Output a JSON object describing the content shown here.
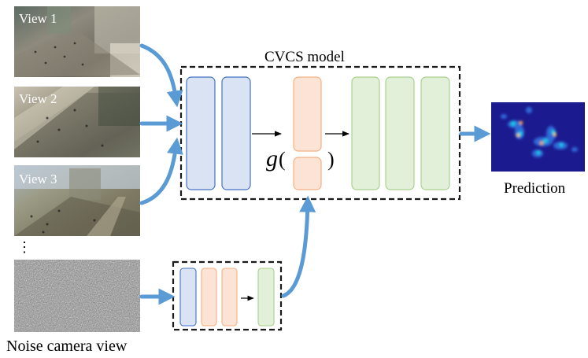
{
  "views": [
    {
      "label": "View 1"
    },
    {
      "label": "View 2"
    },
    {
      "label": "View 3"
    }
  ],
  "ellipsis": "⋮",
  "model": {
    "title": "CVCS model",
    "g_label": "g",
    "g_open": "(",
    "g_close": ")"
  },
  "noise": {
    "label": "Noise camera view"
  },
  "prediction": {
    "label": "Prediction"
  },
  "colors": {
    "arrow": "#5b9bd5",
    "blue_fill": "#dae3f3",
    "blue_stroke": "#4472c4",
    "orange_fill": "#fbe3d6",
    "orange_stroke": "#f4b183",
    "green_fill": "#e2f0d9",
    "green_stroke": "#a9d18e",
    "heatmap_bg": "#1c1a8f"
  }
}
